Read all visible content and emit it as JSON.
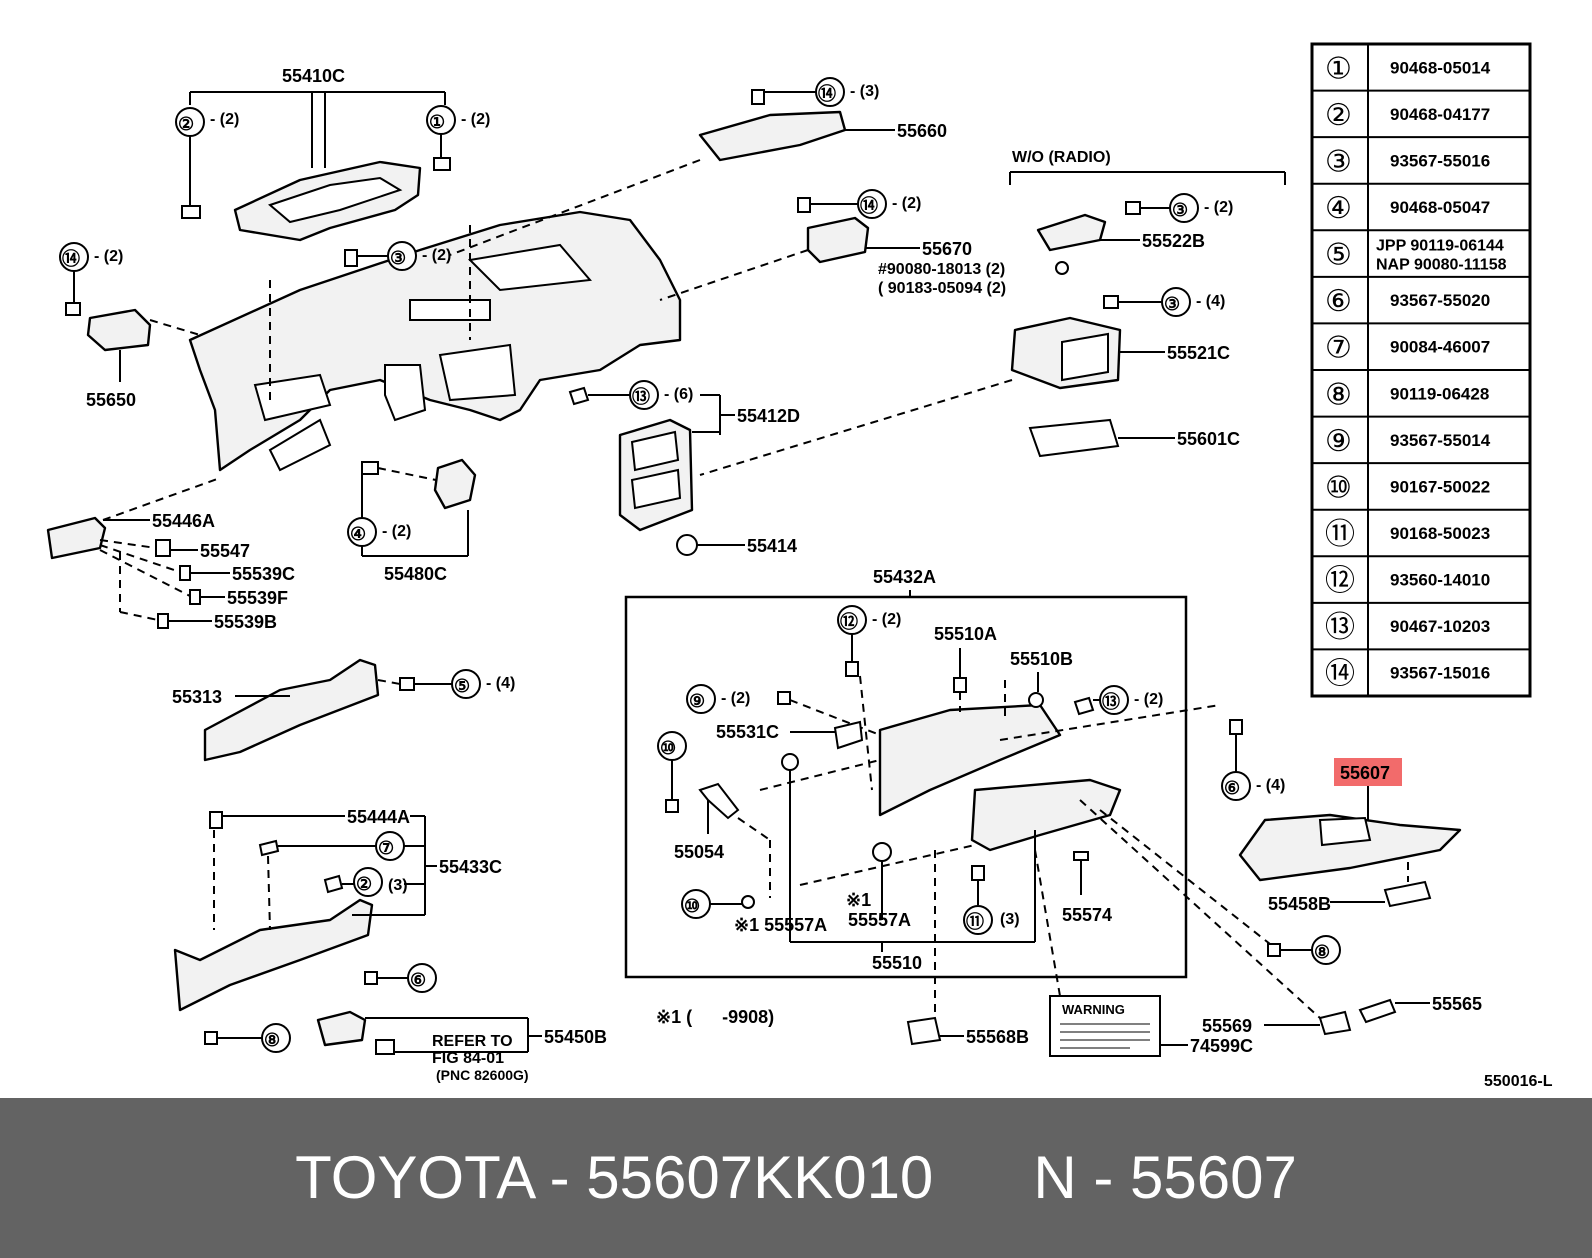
{
  "diagram": {
    "code": "550016-L",
    "footnote": "※1 (      -9908)",
    "highlight_color": "#f26b6b",
    "highlighted_part": "55607",
    "callouts": {
      "c1": "①",
      "c2": "②",
      "c3": "③",
      "c4": "④",
      "c5": "⑤",
      "c6": "⑥",
      "c7": "⑦",
      "c8": "⑧",
      "c9": "⑨",
      "c10": "⑩",
      "c11": "⑪",
      "c12": "⑫",
      "c13": "⑬",
      "c14": "⑭"
    },
    "qty": {
      "q2": "(2)",
      "q3": "(3)",
      "q4": "(4)",
      "q6": "(6)",
      "d2": "- (2)",
      "d3": "- (3)",
      "d4": "- (4)",
      "d6": "- (6)"
    },
    "labels": {
      "p55410C": "55410C",
      "p55660": "55660",
      "p55670": "55670",
      "p55650": "55650",
      "p55412D": "55412D",
      "p55446A": "55446A",
      "p55547": "55547",
      "p55539C": "55539C",
      "p55539F": "55539F",
      "p55539B": "55539B",
      "p55480C": "55480C",
      "p55414": "55414",
      "p55522B": "55522B",
      "p55521C": "55521C",
      "p55601C": "55601C",
      "p55313": "55313",
      "p55432A": "55432A",
      "p55510A": "55510A",
      "p55510B": "55510B",
      "p55531C": "55531C",
      "p55054": "55054",
      "p55557A": "※1 55557A",
      "p55557A_b": "※1",
      "p55557A_c": "55557A",
      "p55510": "55510",
      "p55574": "55574",
      "p55607": "55607",
      "p55458B": "55458B",
      "p55444A": "55444A",
      "p55433C": "55433C",
      "p55450B": "55450B",
      "p55568B": "55568B",
      "p55569": "55569",
      "p55565": "55565",
      "p74599C": "74599C",
      "wo_radio": "W/O (RADIO)",
      "bolt1": "#90080-18013 (2)",
      "bolt2": "( 90183-05094 (2)",
      "refer1": "REFER TO",
      "refer2": "FIG 84-01",
      "refer3": "(PNC 82600G)",
      "warning": "WARNING"
    },
    "part_table": [
      {
        "ref": "①",
        "part_no": "90468-05014"
      },
      {
        "ref": "②",
        "part_no": "90468-04177"
      },
      {
        "ref": "③",
        "part_no": "93567-55016"
      },
      {
        "ref": "④",
        "part_no": "90468-05047"
      },
      {
        "ref": "⑤",
        "part_no": "JPP 90119-06144",
        "part_no_2": "NAP 90080-11158"
      },
      {
        "ref": "⑥",
        "part_no": "93567-55020"
      },
      {
        "ref": "⑦",
        "part_no": "90084-46007"
      },
      {
        "ref": "⑧",
        "part_no": "90119-06428"
      },
      {
        "ref": "⑨",
        "part_no": "93567-55014"
      },
      {
        "ref": "⑩",
        "part_no": "90167-50022"
      },
      {
        "ref": "⑪",
        "part_no": "90168-50023"
      },
      {
        "ref": "⑫",
        "part_no": "93560-14010"
      },
      {
        "ref": "⑬",
        "part_no": "90467-10203"
      },
      {
        "ref": "⑭",
        "part_no": "93567-15016"
      }
    ]
  },
  "footer": {
    "text": "TOYOTA - 55607KK010      N - 55607",
    "background": "#636363"
  }
}
